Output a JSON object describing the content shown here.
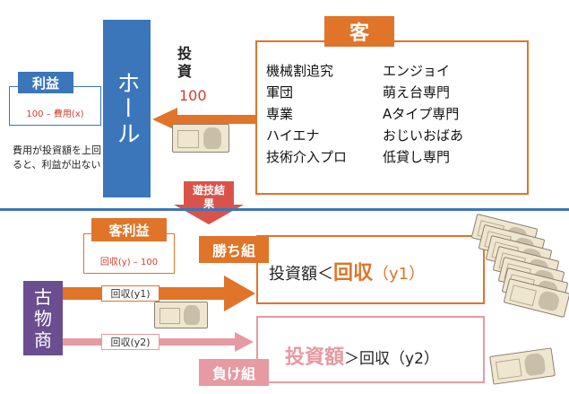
{
  "kyaku": {
    "title": "客",
    "types_left": [
      "機械割追究",
      "軍団",
      "専業",
      "ハイエナ",
      "技術介入プロ"
    ],
    "types_right": [
      "エンジョイ",
      "萌え台専門",
      "Aタイプ専門",
      "おじいおばあ",
      "低貸し専門"
    ]
  },
  "hall": {
    "label": "ホール"
  },
  "investment": {
    "label": "投資",
    "value": "100"
  },
  "profit": {
    "title": "利益",
    "formula": "100 – 費用(x)",
    "note": "費用が投資額を上回ると、利益が出ない"
  },
  "result_arrow": {
    "label": "遊技結果"
  },
  "customer_profit": {
    "title": "客利益",
    "formula": "回収(y) – 100"
  },
  "kobutsusho": {
    "label": "古物商"
  },
  "win": {
    "tab": "勝ち組",
    "flow": "回収(y1)",
    "text_a": "投資額＜",
    "text_b": "回収",
    "text_c": "（y1）"
  },
  "lose": {
    "tab": "負け組",
    "flow": "回収(y2)",
    "text_a": "投資額",
    "text_b": "＞回収（y2）"
  },
  "colors": {
    "orange": "#e07428",
    "blue": "#3b76bb",
    "purple": "#6a4e8f",
    "pink": "#e69aa1",
    "red": "#d43c2c"
  },
  "icons": [
    "banknote-icon"
  ]
}
